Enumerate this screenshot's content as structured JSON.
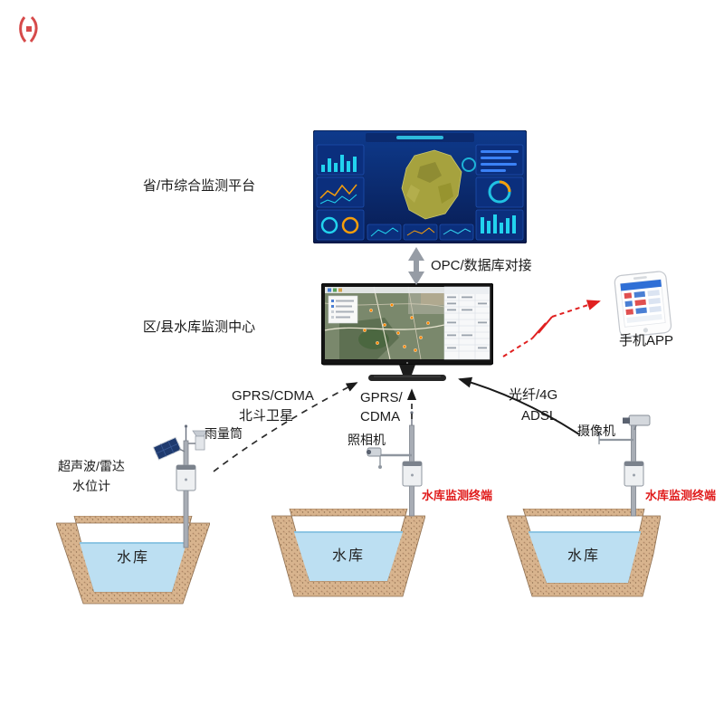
{
  "diagram": {
    "platform_label": "省/市综合监测平台",
    "opc_label": "OPC/数据库对接",
    "center_label": "区/县水库监测中心",
    "app_label": "手机APP",
    "link_left_line1": "GPRS/CDMA",
    "link_left_line2": "北斗卫星",
    "link_mid_line1": "GPRS/",
    "link_mid_line2": "CDMA",
    "link_right_line1": "光纤/4G",
    "link_right_line2": "ADSL",
    "rain_gauge_label": "雨量筒",
    "water_gauge_line1": "超声波/雷达",
    "water_gauge_line2": "水位计",
    "camera_label": "照相机",
    "video_camera_label": "摄像机",
    "terminal_mid_label": "水库监测终端",
    "terminal_right_label": "水库监测终端",
    "reservoir_left_label": "水库",
    "reservoir_mid_label": "水库",
    "reservoir_right_label": "水库"
  },
  "colors": {
    "terminal_red": "#e01b1b",
    "arrow_red": "#e02020",
    "arrow_dark": "#1a1a1a",
    "arrow_gray": "#969ca5",
    "water_blue": "#bcdff2",
    "soil_tan": "#d8b48e",
    "dashboard_navy": "#0b2a6e"
  }
}
